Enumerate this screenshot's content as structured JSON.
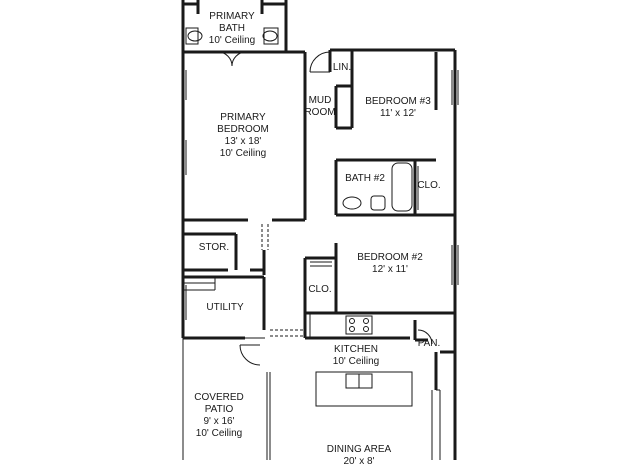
{
  "rooms": {
    "primary_bath": {
      "name": "PRIMARY BATH",
      "name_l1": "PRIMARY",
      "name_l2": "BATH",
      "detail": "10' Ceiling"
    },
    "primary_bedroom": {
      "name_l1": "PRIMARY",
      "name_l2": "BEDROOM",
      "size": "13' x 18'",
      "detail": "10' Ceiling"
    },
    "lin": {
      "name": "LIN."
    },
    "mud_room": {
      "name_l1": "MUD",
      "name_l2": "ROOM"
    },
    "bedroom3": {
      "name": "BEDROOM #3",
      "size": "11' x 12'"
    },
    "bath2": {
      "name": "BATH #2"
    },
    "clo_bath2": {
      "name": "CLO."
    },
    "stor": {
      "name": "STOR."
    },
    "bedroom2": {
      "name": "BEDROOM #2",
      "size": "12' x 11'"
    },
    "clo_bed2": {
      "name": "CLO."
    },
    "utility": {
      "name": "UTILITY"
    },
    "pan": {
      "name": "PAN."
    },
    "kitchen": {
      "name": "KITCHEN",
      "detail": "10' Ceiling"
    },
    "covered_patio": {
      "name_l1": "COVERED",
      "name_l2": "PATIO",
      "size": "9' x 16'",
      "detail": "10' Ceiling"
    },
    "dining_area": {
      "name": "DINING AREA",
      "size": "20' x 8'"
    }
  },
  "colors": {
    "wall": "#1a1a1a",
    "fixture": "#333333",
    "background": "#ffffff"
  }
}
